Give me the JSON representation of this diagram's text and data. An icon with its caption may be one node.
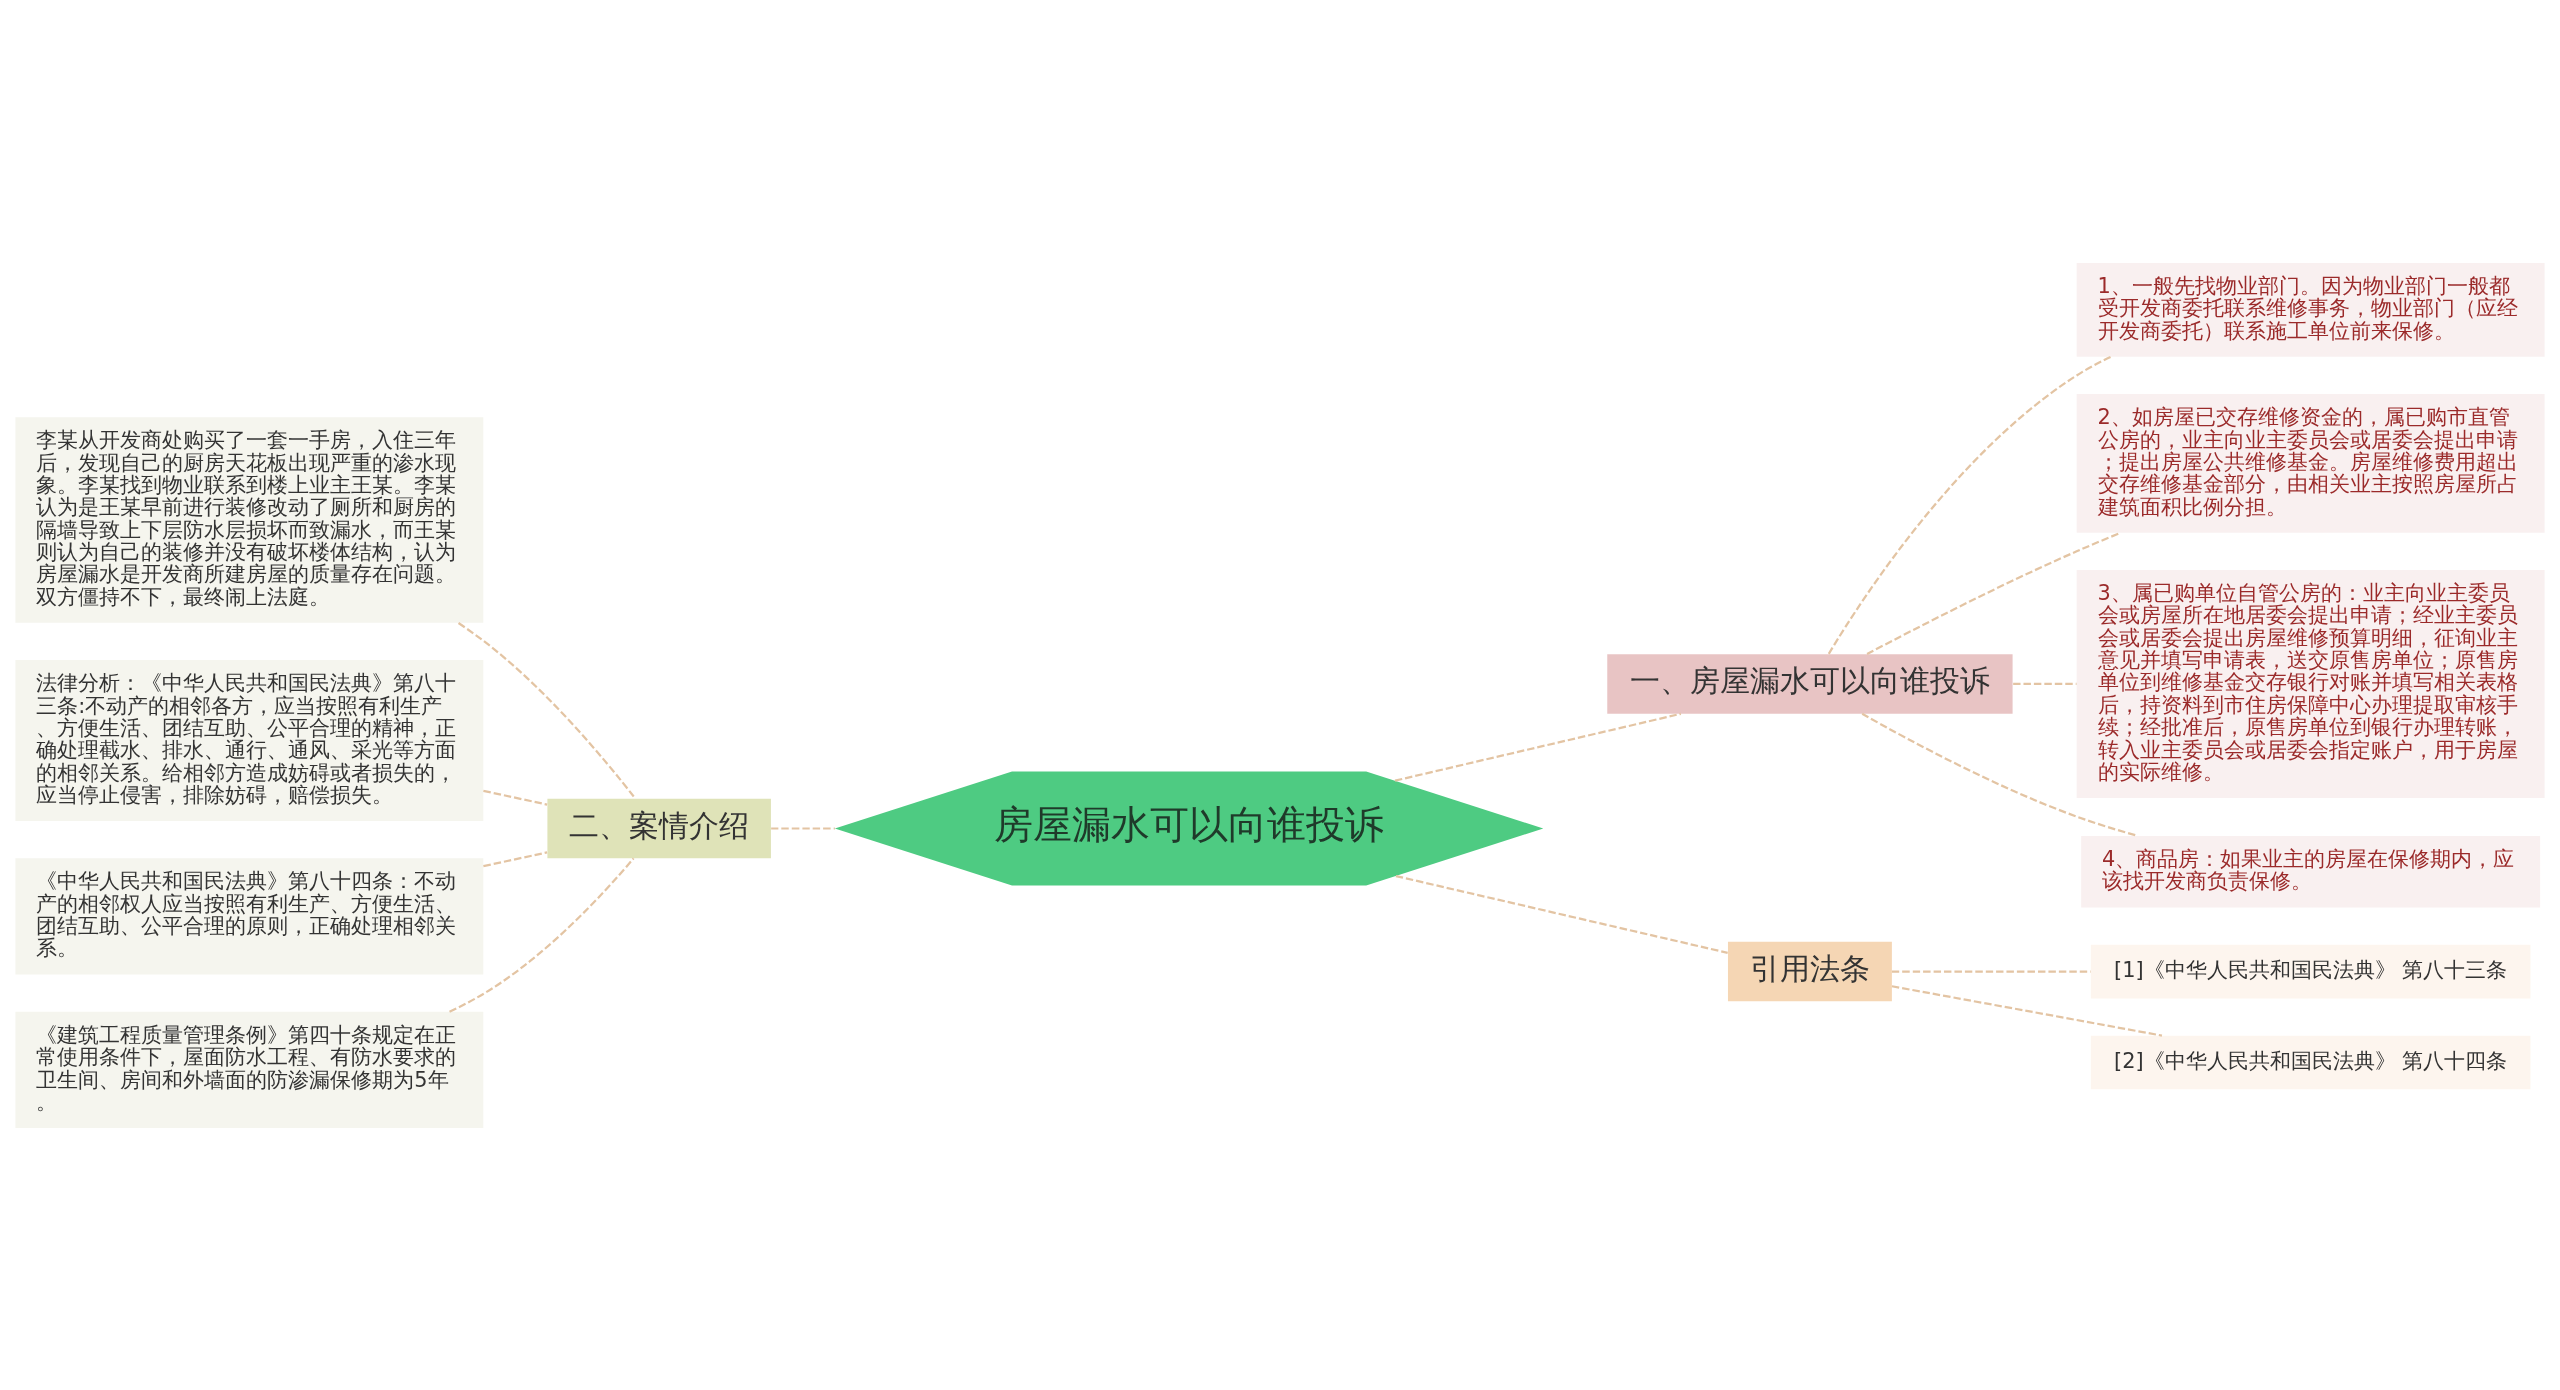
{
  "diagram": {
    "nodes": [
      {
        "text": [
          "房屋漏水可以向谁投诉"
        ]
      },
      {
        "text": [
          "一、房屋漏水可以向谁投诉"
        ]
      },
      {
        "text": [
          "1、一般先找物业部门。因为物业部门一般都受开发商委托联系维修事务，物业部门（应经开发商委托）联系施工单位前来保修。"
        ]
      },
      {
        "text": [
          "2、如房屋已交存维修资金的，属已购市直管公房的，业主向业主委员会或居委会提出申请；提出房屋公共维修基金。房屋维修费用超出交存维修基金部分，由相关业主按照房屋所占建筑面积比例分担。"
        ]
      },
      {
        "text": [
          "3、属已购单位自管公房的：业主向业主委员会或房屋所在地居委会提出申请；经业主委员会或居委会提出房屋维修预算明细，征询业主意见并填写申请表，送交原售房单位；原售房单位到维修基金交存银行对账并填写相关表格后，持资料到市住房保障中心办理提取审核手续；经批准后，原售房单位到银行办理转账，转入业主委员会或居委会指定账户，用于房屋的实际维修。"
        ]
      },
      {
        "text": [
          "4、商品房：如果业主的房屋在保修期内，应该找开发商负责保修。"
        ]
      },
      {
        "text": [
          "引用法条"
        ]
      },
      {
        "text": [
          "[1]《中华人民共和国民法典》 第八十三条"
        ]
      },
      {
        "text": [
          "[2]《中华人民共和国民法典》 第八十四条"
        ]
      },
      {
        "text": [
          "二、案情介绍"
        ]
      },
      {
        "text": [
          "李某从开发商处购买了一套一手房，入住三年后，发现自己的厨房天花板出现严重的渗水现象。李某找到物业联系到楼上业主王某。李某认为是王某早前进行装修改动了厕所和厨房的隔墙导致上下层防水层损坏而致漏水，而王某则认为自己的装修并没有破坏楼体结构，认为房屋漏水是开发商所建房屋的质量存在问题。双方僵持不下，最终闹上法庭。"
        ]
      },
      {
        "text": [
          "法律分析：《中华人民共和国民法典》第八十三条:不动产的相邻各方，应当按照有利生产、方便生活、团结互助、公平合理的精神，正确处理截水、排水、通行、通风、采光等方面的相邻关系。给相邻方造成妨碍或者损失的，应当停止侵害，排除妨碍，赔偿损失。"
        ]
      },
      {
        "text": [
          "《中华人民共和国民法典》第八十四条：不动产的相邻权人应当按照有利生产、方便生活、团结互助、公平合理的原则，正确处理相邻关系。"
        ]
      },
      {
        "text": [
          "《建筑工程质量管理条例》第四十条规定在正常使用条件下，屋面防水工程、有防水要求的卫生间、房间和外墙面的防渗漏保修期为5年。"
        ]
      }
    ],
    "edges": [
      {
        "from": 0,
        "to": 1,
        "arrow": "none",
        "style": "dashed"
      },
      {
        "from": 1,
        "to": 2,
        "arrow": "none",
        "style": "dashed"
      },
      {
        "from": 1,
        "to": 3,
        "arrow": "none",
        "style": "dashed"
      },
      {
        "from": 1,
        "to": 4,
        "arrow": "none",
        "style": "dashed"
      },
      {
        "from": 1,
        "to": 5,
        "arrow": "none",
        "style": "dashed"
      },
      {
        "from": 0,
        "to": 6,
        "arrow": "none",
        "style": "dashed"
      },
      {
        "from": 6,
        "to": 7,
        "arrow": "none",
        "style": "dashed"
      },
      {
        "from": 6,
        "to": 8,
        "arrow": "none",
        "style": "dashed"
      },
      {
        "from": 0,
        "to": 9,
        "arrow": "none",
        "style": "dashed"
      },
      {
        "from": 9,
        "to": 10,
        "arrow": "none",
        "style": "dashed"
      },
      {
        "from": 9,
        "to": 11,
        "arrow": "none",
        "style": "dashed"
      },
      {
        "from": 9,
        "to": 12,
        "arrow": "none",
        "style": "dashed"
      },
      {
        "from": 9,
        "to": 13,
        "arrow": "none",
        "style": "dashed"
      }
    ]
  }
}
